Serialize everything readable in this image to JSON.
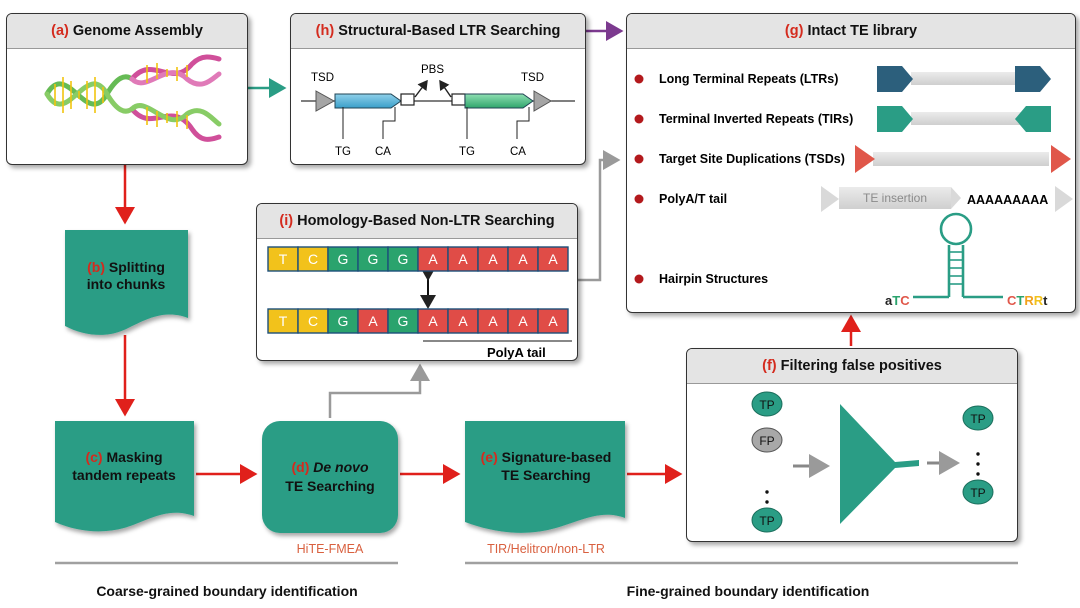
{
  "panels": {
    "a": {
      "tag": "(a)",
      "title": "Genome Assembly"
    },
    "h": {
      "tag": "(h)",
      "title": "Structural-Based LTR Searching",
      "labels": {
        "tsd_left": "TSD",
        "pbs": "PBS",
        "tsd_right": "TSD",
        "tg1": "TG",
        "ca1": "CA",
        "tg2": "TG",
        "ca2": "CA"
      }
    },
    "g": {
      "tag": "(g)",
      "title": "Intact TE library",
      "items": [
        "Long Terminal Repeats (LTRs)",
        "Terminal Inverted Repeats (TIRs)",
        "Target Site Duplications (TSDs)",
        "PolyA/T tail",
        "Hairpin Structures"
      ],
      "te_insertion": "TE insertion",
      "polya_seq": "AAAAAAAAA",
      "hairpin_left": [
        "a",
        "T",
        "C"
      ],
      "hairpin_right": [
        "C",
        "T",
        "R",
        "R",
        "t"
      ]
    },
    "i": {
      "tag": "(i)",
      "title": "Homology-Based Non-LTR Searching",
      "row1": [
        "T",
        "C",
        "G",
        "G",
        "G",
        "A",
        "A",
        "A",
        "A",
        "A"
      ],
      "row2": [
        "T",
        "C",
        "G",
        "A",
        "G",
        "A",
        "A",
        "A",
        "A",
        "A"
      ],
      "polya_label": "PolyA tail"
    },
    "f": {
      "tag": "(f)",
      "title": "Filtering false positives",
      "left_nodes": [
        "TP",
        "FP",
        "TP"
      ],
      "right_nodes": [
        "TP",
        "TP"
      ]
    }
  },
  "steps": {
    "b": {
      "tag": "(b)",
      "line1": "Splitting",
      "line2": "into chunks"
    },
    "c": {
      "tag": "(c)",
      "line1": "Masking",
      "line2": "tandem repeats"
    },
    "d": {
      "tag": "(d)",
      "line1": "De novo",
      "line2": "TE Searching",
      "sublabel": "HiTE-FMEA"
    },
    "e": {
      "tag": "(e)",
      "line1": "Signature-based",
      "line2": "TE Searching",
      "sublabel": "TIR/Helitron/non-LTR"
    }
  },
  "footer": {
    "left": "Coarse-grained boundary identification",
    "right": "Fine-grained boundary identification"
  },
  "colors": {
    "teal": "#2a9d85",
    "red_arrow": "#e0201b",
    "purple_arrow": "#7c3a8f",
    "gray_arrow": "#9a9a9a",
    "nuc_yellow": "#f2c21b",
    "nuc_green": "#2aa36d",
    "nuc_red": "#e04c47",
    "ltr_navy": "#2c5f7c",
    "tsd_red": "#e0574a"
  }
}
